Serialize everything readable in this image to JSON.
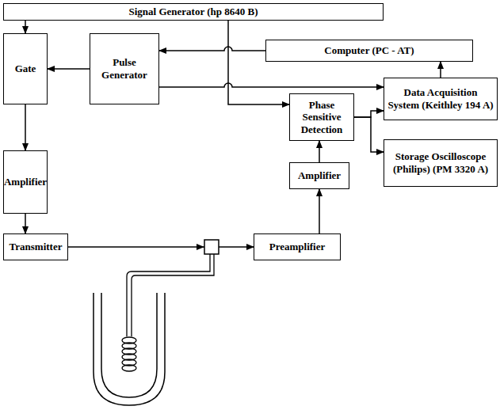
{
  "diagram": {
    "nodes": [
      {
        "text": [
          "Signal Generator (hp 8640 B)"
        ]
      },
      {
        "text": [
          "Gate"
        ]
      },
      {
        "text": [
          "Pulse Generator"
        ]
      },
      {
        "text": [
          "Computer (PC - AT)"
        ]
      },
      {
        "text": [
          "Data Acquisition System (Keithley 194 A)"
        ]
      },
      {
        "text": [
          "Phase Sensitive Detection"
        ]
      },
      {
        "text": [
          "Storage Oscilloscope (Philips) (PM 3320 A)"
        ]
      },
      {
        "text": [
          "Amplifier"
        ]
      },
      {
        "text": [
          "Amplifier"
        ]
      },
      {
        "text": [
          "Transmitter"
        ]
      },
      {
        "text": [
          "Preamplifier"
        ]
      }
    ],
    "edges": [
      {
        "from": 0,
        "to": 1,
        "arrow": "to"
      },
      {
        "from": 0,
        "to": 5,
        "arrow": "to"
      },
      {
        "from": 2,
        "to": 1,
        "arrow": "to"
      },
      {
        "from": 3,
        "to": 2,
        "arrow": "to"
      },
      {
        "from": 2,
        "to": 4,
        "arrow": "to"
      },
      {
        "from": 4,
        "to": 3,
        "arrow": "to"
      },
      {
        "from": 5,
        "to": 4,
        "arrow": "to"
      },
      {
        "from": 5,
        "to": 6,
        "arrow": "to"
      },
      {
        "from": 1,
        "to": 7,
        "arrow": "to"
      },
      {
        "from": 7,
        "to": 9,
        "arrow": "to"
      },
      {
        "from": 9,
        "to": 10,
        "arrow": "to"
      },
      {
        "from": 10,
        "to": 8,
        "arrow": "to"
      },
      {
        "from": 8,
        "to": 5,
        "arrow": "to"
      }
    ]
  }
}
